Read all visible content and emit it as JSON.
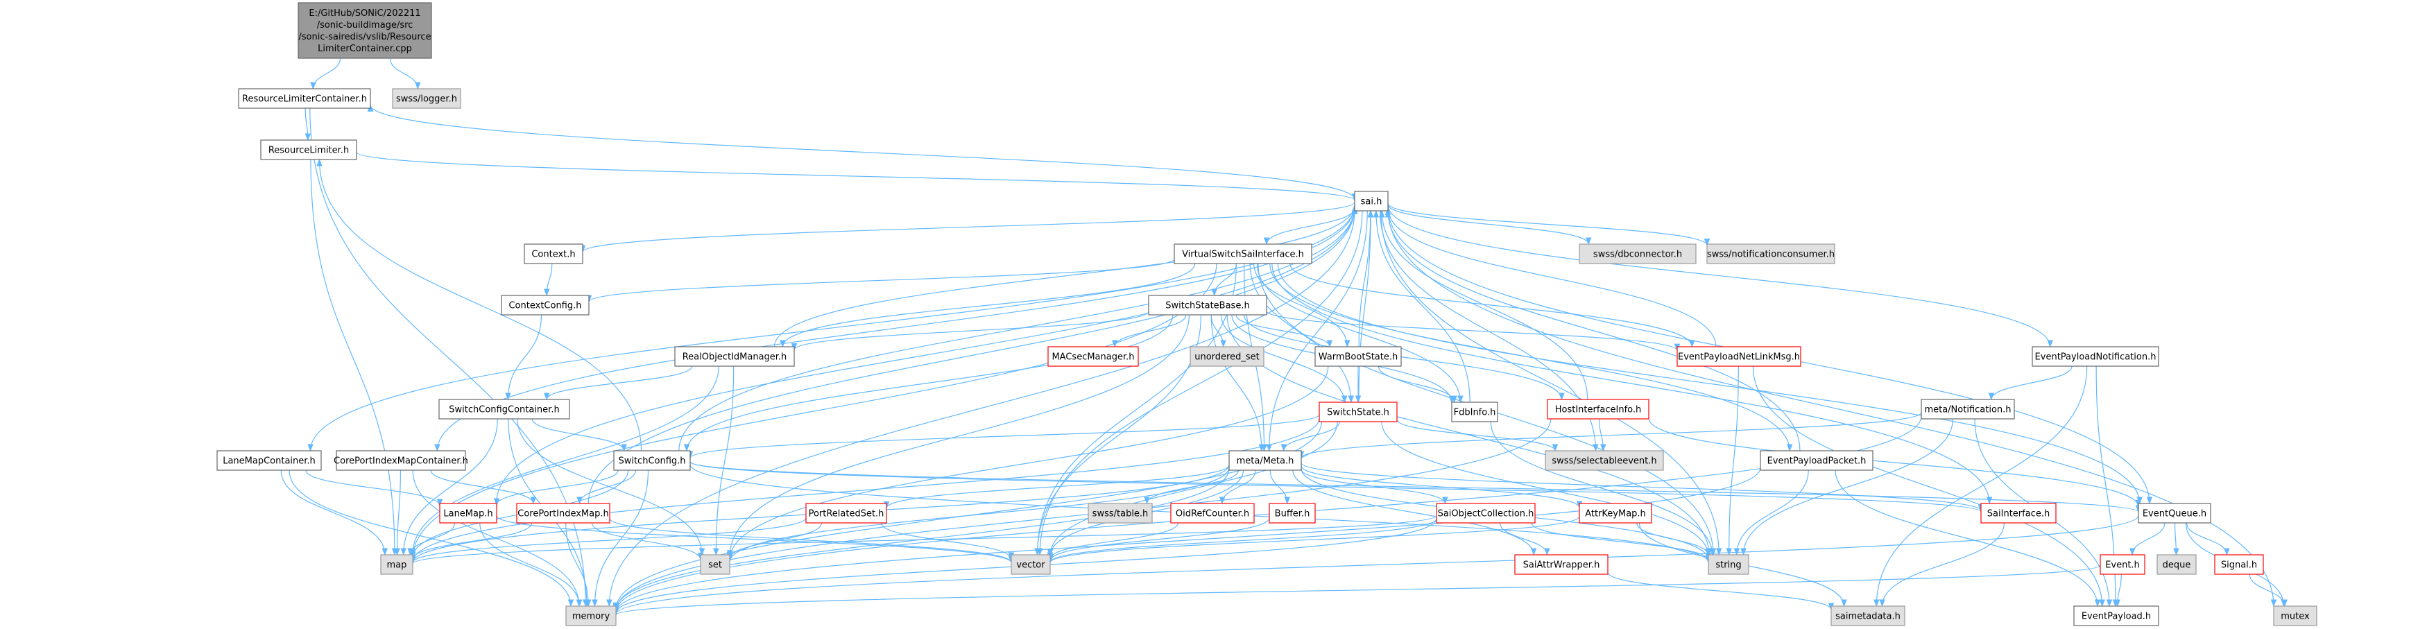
{
  "graph": {
    "title": "",
    "colors": {
      "edge": "#63b8ff",
      "node_fill": "#ffffff",
      "node_stroke_normal": "#666666",
      "node_stroke_truncated": "#ff0000",
      "system_fill": "#e0e0e0",
      "system_stroke": "#999999",
      "root_fill": "#999999",
      "root_stroke": "#666666",
      "text": "#000000"
    },
    "nodes": [
      {
        "id": "root",
        "kind": "root",
        "lines": [
          "E:/GitHub/SONiC/202211",
          "/sonic-buildimage/src",
          "/sonic-sairedis/vslib/Resource",
          "LimiterContainer.cpp"
        ]
      },
      {
        "id": "rlc",
        "kind": "normal",
        "lines": [
          "ResourceLimiterContainer.h"
        ]
      },
      {
        "id": "logger",
        "kind": "system",
        "lines": [
          "swss/logger.h"
        ]
      },
      {
        "id": "rl",
        "kind": "normal",
        "lines": [
          "ResourceLimiter.h"
        ]
      },
      {
        "id": "sai",
        "kind": "normal",
        "lines": [
          "sai.h"
        ]
      },
      {
        "id": "context",
        "kind": "normal",
        "lines": [
          "Context.h"
        ]
      },
      {
        "id": "dbconnector",
        "kind": "system",
        "lines": [
          "swss/dbconnector.h"
        ]
      },
      {
        "id": "notifconsumer",
        "kind": "system",
        "lines": [
          "swss/notificationconsumer.h"
        ]
      },
      {
        "id": "vssai",
        "kind": "normal",
        "lines": [
          "VirtualSwitchSaiInterface.h"
        ]
      },
      {
        "id": "contextconfig",
        "kind": "normal",
        "lines": [
          "ContextConfig.h"
        ]
      },
      {
        "id": "ssbase",
        "kind": "normal",
        "lines": [
          "SwitchStateBase.h"
        ]
      },
      {
        "id": "realobj",
        "kind": "normal",
        "lines": [
          "RealObjectIdManager.h"
        ]
      },
      {
        "id": "macsec",
        "kind": "truncated",
        "lines": [
          "MACsecManager.h"
        ]
      },
      {
        "id": "unordered_set",
        "kind": "system",
        "lines": [
          "unordered_set"
        ]
      },
      {
        "id": "warmboot",
        "kind": "normal",
        "lines": [
          "WarmBootState.h"
        ]
      },
      {
        "id": "eventnetlink",
        "kind": "truncated",
        "lines": [
          "EventPayloadNetLinkMsg.h"
        ]
      },
      {
        "id": "eventpn",
        "kind": "normal",
        "lines": [
          "EventPayloadNotification.h"
        ]
      },
      {
        "id": "switchconfigcontainer",
        "kind": "normal",
        "lines": [
          "SwitchConfigContainer.h"
        ]
      },
      {
        "id": "switchstate",
        "kind": "truncated",
        "lines": [
          "SwitchState.h"
        ]
      },
      {
        "id": "fdbinfo",
        "kind": "normal",
        "lines": [
          "FdbInfo.h"
        ]
      },
      {
        "id": "hostif",
        "kind": "truncated",
        "lines": [
          "HostInterfaceInfo.h"
        ]
      },
      {
        "id": "metanotification",
        "kind": "normal",
        "lines": [
          "meta/Notification.h"
        ]
      },
      {
        "id": "lanemapcontainer",
        "kind": "normal",
        "lines": [
          "LaneMapContainer.h"
        ]
      },
      {
        "id": "coreportcontainer",
        "kind": "normal",
        "lines": [
          "CorePortIndexMapContainer.h"
        ]
      },
      {
        "id": "switchconfig",
        "kind": "normal",
        "lines": [
          "SwitchConfig.h"
        ]
      },
      {
        "id": "metameta",
        "kind": "normal",
        "lines": [
          "meta/Meta.h"
        ]
      },
      {
        "id": "selectableevent",
        "kind": "system",
        "lines": [
          "swss/selectableevent.h"
        ]
      },
      {
        "id": "eventpacket",
        "kind": "normal",
        "lines": [
          "EventPayloadPacket.h"
        ]
      },
      {
        "id": "lanemap",
        "kind": "truncated",
        "lines": [
          "LaneMap.h"
        ]
      },
      {
        "id": "coreportmap",
        "kind": "truncated",
        "lines": [
          "CorePortIndexMap.h"
        ]
      },
      {
        "id": "portrelatedset",
        "kind": "truncated",
        "lines": [
          "PortRelatedSet.h"
        ]
      },
      {
        "id": "swsstable",
        "kind": "system",
        "lines": [
          "swss/table.h"
        ]
      },
      {
        "id": "oidrefcounter",
        "kind": "truncated",
        "lines": [
          "OidRefCounter.h"
        ]
      },
      {
        "id": "buffer",
        "kind": "truncated",
        "lines": [
          "Buffer.h"
        ]
      },
      {
        "id": "saiobjcoll",
        "kind": "truncated",
        "lines": [
          "SaiObjectCollection.h"
        ]
      },
      {
        "id": "attrkeymap",
        "kind": "truncated",
        "lines": [
          "AttrKeyMap.h"
        ]
      },
      {
        "id": "saiinterface",
        "kind": "truncated",
        "lines": [
          "SaiInterface.h"
        ]
      },
      {
        "id": "eventqueue",
        "kind": "normal",
        "lines": [
          "EventQueue.h"
        ]
      },
      {
        "id": "map",
        "kind": "system",
        "lines": [
          "map"
        ]
      },
      {
        "id": "set",
        "kind": "system",
        "lines": [
          "set"
        ]
      },
      {
        "id": "vector",
        "kind": "system",
        "lines": [
          "vector"
        ]
      },
      {
        "id": "string",
        "kind": "system",
        "lines": [
          "string"
        ]
      },
      {
        "id": "saiattrwrapper",
        "kind": "truncated",
        "lines": [
          "SaiAttrWrapper.h"
        ]
      },
      {
        "id": "deque",
        "kind": "system",
        "lines": [
          "deque"
        ]
      },
      {
        "id": "event",
        "kind": "truncated",
        "lines": [
          "Event.h"
        ]
      },
      {
        "id": "signal",
        "kind": "truncated",
        "lines": [
          "Signal.h"
        ]
      },
      {
        "id": "memory",
        "kind": "system",
        "lines": [
          "memory"
        ]
      },
      {
        "id": "saimetadata",
        "kind": "system",
        "lines": [
          "saimetadata.h"
        ]
      },
      {
        "id": "eventpayload",
        "kind": "normal",
        "lines": [
          "EventPayload.h"
        ]
      },
      {
        "id": "mutex",
        "kind": "system",
        "lines": [
          "mutex"
        ]
      }
    ],
    "edges": [
      [
        "root",
        "rlc"
      ],
      [
        "root",
        "logger"
      ],
      [
        "rlc",
        "rl"
      ],
      [
        "rlc",
        "memory"
      ],
      [
        "rl",
        "sai"
      ],
      [
        "rl",
        "map"
      ],
      [
        "sai",
        "context"
      ],
      [
        "sai",
        "dbconnector"
      ],
      [
        "sai",
        "notifconsumer"
      ],
      [
        "sai",
        "vssai"
      ],
      [
        "sai",
        "memory"
      ],
      [
        "sai",
        "mutex"
      ],
      [
        "sai",
        "eventqueue"
      ],
      [
        "sai",
        "string"
      ],
      [
        "sai",
        "vector"
      ],
      [
        "sai",
        "eventpn"
      ],
      [
        "sai",
        "lanemapcontainer"
      ],
      [
        "sai",
        "coreportcontainer"
      ],
      [
        "sai",
        "selectableevent"
      ],
      [
        "sai",
        "rlc"
      ],
      [
        "sai",
        "metameta"
      ],
      [
        "context",
        "contextconfig"
      ],
      [
        "contextconfig",
        "switchconfigcontainer"
      ],
      [
        "switchconfigcontainer",
        "switchconfig"
      ],
      [
        "switchconfigcontainer",
        "map"
      ],
      [
        "switchconfigcontainer",
        "set"
      ],
      [
        "switchconfigcontainer",
        "memory"
      ],
      [
        "vssai",
        "contextconfig"
      ],
      [
        "vssai",
        "ssbase"
      ],
      [
        "vssai",
        "realobj"
      ],
      [
        "vssai",
        "warmboot"
      ],
      [
        "vssai",
        "eventnetlink"
      ],
      [
        "vssai",
        "eventqueue"
      ],
      [
        "vssai",
        "map"
      ],
      [
        "vssai",
        "vector"
      ],
      [
        "vssai",
        "string"
      ],
      [
        "vssai",
        "metameta"
      ],
      [
        "vssai",
        "saiinterface"
      ],
      [
        "vssai",
        "fdbinfo"
      ],
      [
        "vssai",
        "switchstate"
      ],
      [
        "vssai",
        "eventpacket"
      ],
      [
        "ssbase",
        "macsec"
      ],
      [
        "ssbase",
        "unordered_set"
      ],
      [
        "ssbase",
        "warmboot"
      ],
      [
        "ssbase",
        "eventnetlink"
      ],
      [
        "ssbase",
        "switchstate"
      ],
      [
        "ssbase",
        "fdbinfo"
      ],
      [
        "ssbase",
        "hostif"
      ],
      [
        "ssbase",
        "realobj"
      ],
      [
        "ssbase",
        "switchconfig"
      ],
      [
        "ssbase",
        "vector"
      ],
      [
        "ssbase",
        "set"
      ],
      [
        "ssbase",
        "string"
      ],
      [
        "ssbase",
        "metameta"
      ],
      [
        "realobj",
        "sai"
      ],
      [
        "realobj",
        "switchconfigcontainer"
      ],
      [
        "realobj",
        "map"
      ],
      [
        "realobj",
        "set"
      ],
      [
        "warmboot",
        "sai"
      ],
      [
        "warmboot",
        "switchstate"
      ],
      [
        "warmboot",
        "fdbinfo"
      ],
      [
        "warmboot",
        "set"
      ],
      [
        "fdbinfo",
        "sai"
      ],
      [
        "fdbinfo",
        "string"
      ],
      [
        "eventnetlink",
        "sai"
      ],
      [
        "eventnetlink",
        "string"
      ],
      [
        "eventnetlink",
        "eventpayload"
      ],
      [
        "hostif",
        "sai"
      ],
      [
        "hostif",
        "selectableevent"
      ],
      [
        "hostif",
        "eventqueue"
      ],
      [
        "hostif",
        "memory"
      ],
      [
        "switchstate",
        "sai"
      ],
      [
        "switchstate",
        "switchconfig"
      ],
      [
        "switchstate",
        "metameta"
      ],
      [
        "switchstate",
        "selectableevent"
      ],
      [
        "switchstate",
        "map"
      ],
      [
        "switchstate",
        "memory"
      ],
      [
        "switchstate",
        "string"
      ],
      [
        "switchstate",
        "vector"
      ],
      [
        "eventpn",
        "metanotification"
      ],
      [
        "eventpn",
        "eventpayload"
      ],
      [
        "eventpn",
        "saimetadata"
      ],
      [
        "metanotification",
        "metameta"
      ],
      [
        "metanotification",
        "string"
      ],
      [
        "metanotification",
        "memory"
      ],
      [
        "metanotification",
        "eventpayload"
      ],
      [
        "switchconfig",
        "sai"
      ],
      [
        "switchconfig",
        "lanemap"
      ],
      [
        "switchconfig",
        "coreportmap"
      ],
      [
        "switchconfig",
        "eventqueue"
      ],
      [
        "switchconfig",
        "rl"
      ],
      [
        "switchconfig",
        "memory"
      ],
      [
        "switchconfig",
        "string"
      ],
      [
        "switchconfig",
        "saiinterface"
      ],
      [
        "switchconfig",
        "map"
      ],
      [
        "lanemapcontainer",
        "lanemap"
      ],
      [
        "lanemapcontainer",
        "map"
      ],
      [
        "lanemapcontainer",
        "memory"
      ],
      [
        "coreportcontainer",
        "coreportmap"
      ],
      [
        "coreportcontainer",
        "map"
      ],
      [
        "coreportcontainer",
        "memory"
      ],
      [
        "lanemap",
        "sai"
      ],
      [
        "lanemap",
        "vector"
      ],
      [
        "lanemap",
        "map"
      ],
      [
        "lanemap",
        "memory"
      ],
      [
        "coreportmap",
        "sai"
      ],
      [
        "coreportmap",
        "vector"
      ],
      [
        "coreportmap",
        "map"
      ],
      [
        "coreportmap",
        "memory"
      ],
      [
        "coreportmap",
        "set"
      ],
      [
        "metameta",
        "portrelatedset"
      ],
      [
        "metameta",
        "swsstable"
      ],
      [
        "metameta",
        "oidrefcounter"
      ],
      [
        "metameta",
        "buffer"
      ],
      [
        "metameta",
        "saiobjcoll"
      ],
      [
        "metameta",
        "attrkeymap"
      ],
      [
        "metameta",
        "saiinterface"
      ],
      [
        "metameta",
        "map"
      ],
      [
        "metameta",
        "vector"
      ],
      [
        "metameta",
        "set"
      ],
      [
        "metameta",
        "memory"
      ],
      [
        "metameta",
        "string"
      ],
      [
        "metameta",
        "saiattrwrapper"
      ],
      [
        "eventpacket",
        "eventpayload"
      ],
      [
        "eventpacket",
        "string"
      ],
      [
        "eventpacket",
        "sai"
      ],
      [
        "eventpacket",
        "memory"
      ],
      [
        "portrelatedset",
        "set"
      ],
      [
        "portrelatedset",
        "vector"
      ],
      [
        "portrelatedset",
        "map"
      ],
      [
        "oidrefcounter",
        "vector"
      ],
      [
        "buffer",
        "vector"
      ],
      [
        "saiobjcoll",
        "saiattrwrapper"
      ],
      [
        "saiobjcoll",
        "vector"
      ],
      [
        "saiobjcoll",
        "string"
      ],
      [
        "saiobjcoll",
        "memory"
      ],
      [
        "saiobjcoll",
        "map"
      ],
      [
        "attrkeymap",
        "saimetadata"
      ],
      [
        "attrkeymap",
        "string"
      ],
      [
        "attrkeymap",
        "vector"
      ],
      [
        "saiinterface",
        "saimetadata"
      ],
      [
        "saiattrwrapper",
        "saimetadata"
      ],
      [
        "eventqueue",
        "deque"
      ],
      [
        "eventqueue",
        "event"
      ],
      [
        "eventqueue",
        "signal"
      ],
      [
        "eventqueue",
        "mutex"
      ],
      [
        "eventqueue",
        "memory"
      ],
      [
        "event",
        "eventpayload"
      ],
      [
        "event",
        "memory"
      ],
      [
        "signal",
        "mutex"
      ]
    ]
  }
}
